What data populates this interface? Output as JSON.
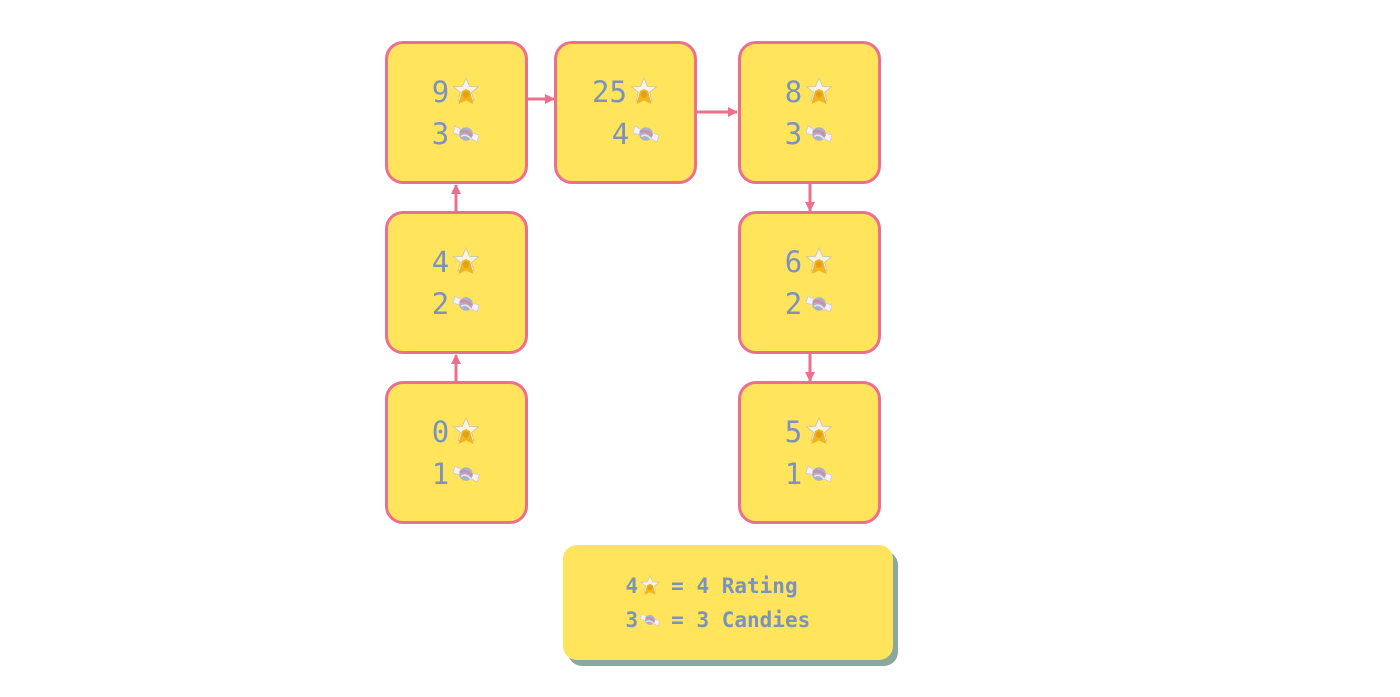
{
  "nodes": {
    "r1c1": {
      "rating": "9",
      "candies": "3"
    },
    "r1c2": {
      "rating": "25",
      "candies": "4"
    },
    "r1c3": {
      "rating": "8",
      "candies": "3"
    },
    "r2c1": {
      "rating": "4",
      "candies": "2"
    },
    "r2c3": {
      "rating": "6",
      "candies": "2"
    },
    "r3c1": {
      "rating": "0",
      "candies": "1"
    },
    "r3c3": {
      "rating": "5",
      "candies": "1"
    }
  },
  "legend": {
    "rating_value": "4",
    "rating_text": "= 4 Rating",
    "candies_value": "3",
    "candies_text": "= 3 Candies"
  },
  "icons": {
    "rating": "star-badge-icon",
    "candies": "candy-icon"
  },
  "colors": {
    "node_fill": "#FFE45C",
    "node_border": "#EE6F8D",
    "arrow": "#EE6F8D",
    "text": "#7A92BE",
    "legend_shadow": "#8CA79B"
  }
}
